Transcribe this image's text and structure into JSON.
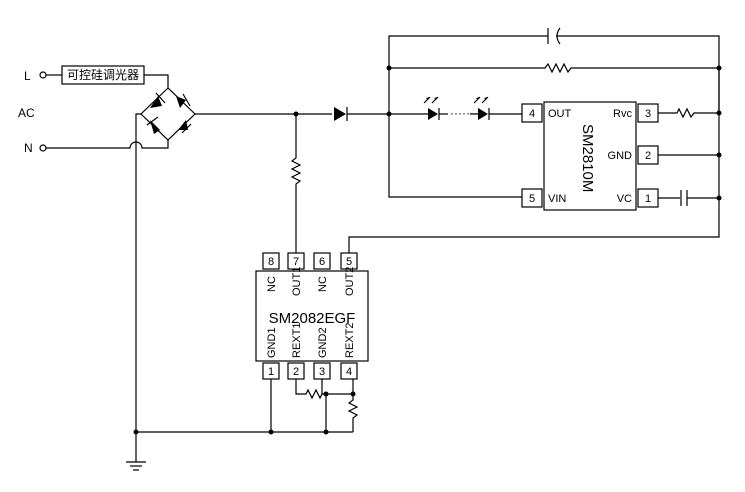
{
  "terminals": {
    "line": "L",
    "ac": "AC",
    "neutral": "N"
  },
  "dimmer": {
    "label": "可控硅调光器"
  },
  "sm2810m": {
    "name": "SM2810M",
    "pins": [
      {
        "num": "4",
        "label": "OUT"
      },
      {
        "num": "5",
        "label": "VIN"
      },
      {
        "num": "3",
        "label": "Rvc"
      },
      {
        "num": "2",
        "label": "GND"
      },
      {
        "num": "1",
        "label": "VC"
      }
    ]
  },
  "sm2082egf": {
    "name": "SM2082EGF",
    "top_pins": [
      {
        "num": "8",
        "label": "NC"
      },
      {
        "num": "7",
        "label": "OUT1"
      },
      {
        "num": "6",
        "label": "NC"
      },
      {
        "num": "5",
        "label": "OUT2"
      }
    ],
    "bottom_pins": [
      {
        "num": "1",
        "label": "GND1"
      },
      {
        "num": "2",
        "label": "REXT1"
      },
      {
        "num": "3",
        "label": "GND2"
      },
      {
        "num": "4",
        "label": "REXT2"
      }
    ]
  }
}
